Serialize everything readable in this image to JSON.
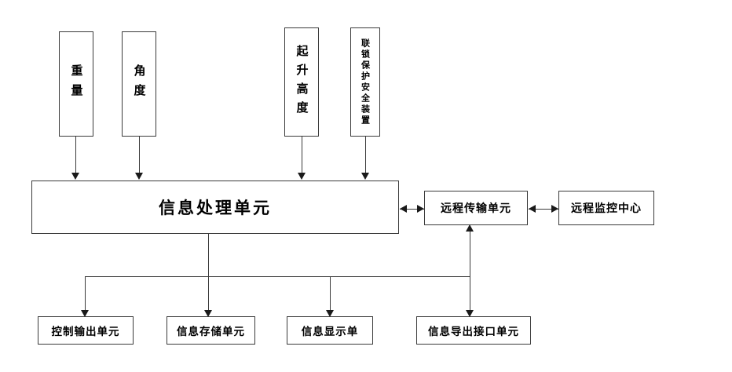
{
  "diagram": {
    "type": "block-diagram",
    "background_color": "#ffffff",
    "line_color": "#3a3a3a",
    "text_color": "#000000",
    "sensors": [
      {
        "label": "重量"
      },
      {
        "label": "角度"
      },
      {
        "label": "起升高度"
      },
      {
        "label": "联锁保护安全装置"
      }
    ],
    "center": {
      "label": "信息处理单元"
    },
    "remote": [
      {
        "label": "远程传输单元"
      },
      {
        "label": "远程监控中心"
      }
    ],
    "outputs": [
      {
        "label": "控制输出单元"
      },
      {
        "label": "信息存储单元"
      },
      {
        "label": "信息显示单"
      },
      {
        "label": "信息导出接口单元"
      }
    ]
  }
}
